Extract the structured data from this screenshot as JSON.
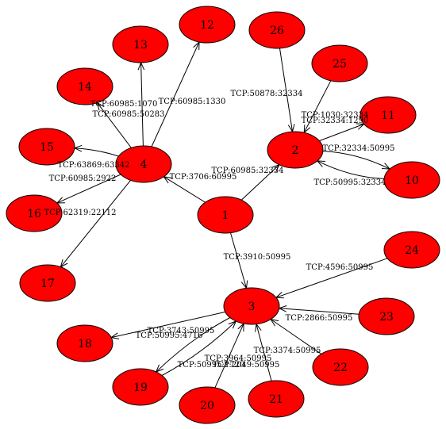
{
  "graph": {
    "colors": {
      "node_fill": "#ff0000",
      "node_stroke": "#000000",
      "edge": "#000000"
    },
    "nodes": [
      {
        "id": "1",
        "label": "1"
      },
      {
        "id": "2",
        "label": "2"
      },
      {
        "id": "3",
        "label": "3"
      },
      {
        "id": "4",
        "label": "4"
      },
      {
        "id": "10",
        "label": "10"
      },
      {
        "id": "11",
        "label": "11"
      },
      {
        "id": "12",
        "label": "12"
      },
      {
        "id": "13",
        "label": "13"
      },
      {
        "id": "14",
        "label": "14"
      },
      {
        "id": "15",
        "label": "15"
      },
      {
        "id": "16",
        "label": "16"
      },
      {
        "id": "17",
        "label": "17"
      },
      {
        "id": "18",
        "label": "18"
      },
      {
        "id": "19",
        "label": "19"
      },
      {
        "id": "20",
        "label": "20"
      },
      {
        "id": "21",
        "label": "21"
      },
      {
        "id": "22",
        "label": "22"
      },
      {
        "id": "23",
        "label": "23"
      },
      {
        "id": "24",
        "label": "24"
      },
      {
        "id": "25",
        "label": "25"
      },
      {
        "id": "26",
        "label": "26"
      }
    ],
    "edges": [
      {
        "from": "1",
        "to": "4",
        "label": "TCP:3706:60995"
      },
      {
        "from": "1",
        "to": "2",
        "label": "TCP:60985:32334"
      },
      {
        "from": "1",
        "to": "3",
        "label": "TCP:3910:50995"
      },
      {
        "from": "4",
        "to": "12",
        "label": "TCP:60985:1330"
      },
      {
        "from": "4",
        "to": "13",
        "label": "TCP:60985:50283"
      },
      {
        "from": "4",
        "to": "14",
        "label": "TCP:60985:1070"
      },
      {
        "from": "4",
        "to": "15",
        "label": "TCP:63869:63342"
      },
      {
        "from": "4",
        "to": "16",
        "label": "TCP:60985:2922"
      },
      {
        "from": "4",
        "to": "17",
        "label": "TCP:62319:22112"
      },
      {
        "from": "26",
        "to": "2",
        "label": "TCP:50878:32334"
      },
      {
        "from": "25",
        "to": "2",
        "label": "TCP:1030:32334"
      },
      {
        "from": "2",
        "to": "11",
        "label": "TCP:32334:1290"
      },
      {
        "from": "2",
        "to": "10",
        "label": "TCP:32334:50995"
      },
      {
        "from": "10",
        "to": "2",
        "label": "TCP:50995:32334"
      },
      {
        "from": "24",
        "to": "3",
        "label": "TCP:4596:50995"
      },
      {
        "from": "23",
        "to": "3",
        "label": "TCP:2866:50995"
      },
      {
        "from": "22",
        "to": "3",
        "label": "TCP:3374:50995"
      },
      {
        "from": "21",
        "to": "3",
        "label": "TCP:2049:50995"
      },
      {
        "from": "20",
        "to": "3",
        "label": "TCP:3964:50995"
      },
      {
        "from": "19",
        "to": "3",
        "label": "TCP:50995:4716"
      },
      {
        "from": "3",
        "to": "19",
        "label": "TCP:50995:1720"
      },
      {
        "from": "3",
        "to": "18",
        "label": "TCP:3743:50995"
      }
    ]
  }
}
